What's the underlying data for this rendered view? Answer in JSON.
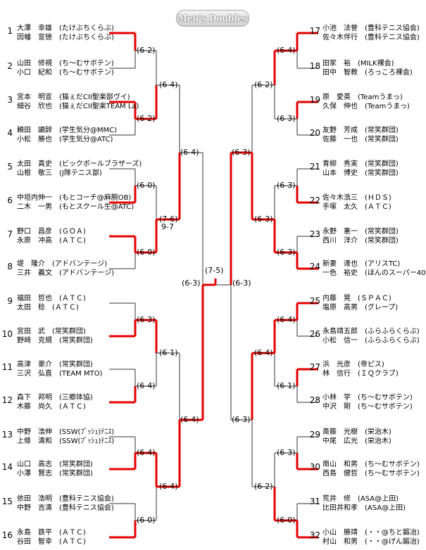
{
  "title": "Men's Doubles",
  "left": [
    {
      "seed": "1",
      "p1": "大澤　幸雄　(たけぶちくらぶ)",
      "p2": "因幡　宣徳　(たけぶちくらぶ)"
    },
    {
      "seed": "2",
      "p1": "山田　修視　(ち～むサボテン)",
      "p2": "小口　紀和　(ち～むサボテン)"
    },
    {
      "seed": "3",
      "p1": "宮本　明宣　(猫ぇだCII聖楽部ヴイ)",
      "p2": "細谷　欣也　(猫ぇだCII聖楽TEAM La)"
    },
    {
      "seed": "4",
      "p1": "頼田　顕辞　(学生気分@MMC)",
      "p2": "小松　勝也　(学生気分@ATC)"
    },
    {
      "seed": "5",
      "p1": "太田　真史　(ビックボールブラザーズ)",
      "p2": "山根　敬三　(J隊テニス部)"
    },
    {
      "seed": "6",
      "p1": "中垣内伸一　(もとコーチ@麻腕OB)",
      "p2": "二木　一男　(もとスクール生@ATC)"
    },
    {
      "seed": "7",
      "p1": "野口　昌彦　(ＧＯＡ)",
      "p2": "永原　冲高　(ＡＴＣ)"
    },
    {
      "seed": "8",
      "p1": "堤　隆介　(アドバンテージ)",
      "p2": "三井　義文　(アドバンテージ)"
    },
    {
      "seed": "9",
      "p1": "福田　哲也　(ＡＴＣ)",
      "p2": "太田　稔　(ＡＴＣ)"
    },
    {
      "seed": "10",
      "p1": "宮田　武　(常笑群団)",
      "p2": "野崎　克規　(常笑群団)"
    },
    {
      "seed": "11",
      "p1": "高津　豪介　(常笑群団)",
      "p2": "三沢　弘直　(TEAM MTO)"
    },
    {
      "seed": "12",
      "p1": "森下　邦明　(三郷体協)",
      "p2": "木藤　尚久　(ＡＴＣ)"
    },
    {
      "seed": "13",
      "p1": "中野　浩伸　(SSW(ﾌﾟｯｼｭ)ﾃﾆｽ)",
      "p2": "上條　清和　(SSW(ﾌﾟｯｼｭ)ﾃﾆｽ)"
    },
    {
      "seed": "14",
      "p1": "山口　高志　(常笑群団)",
      "p2": "小澤　賢志　(常笑群団)"
    },
    {
      "seed": "15",
      "p1": "依田　浩明　(豊科テニス協会)",
      "p2": "中野　吉清　(豊科テニス協会)"
    },
    {
      "seed": "16",
      "p1": "永島　鉄平　(ＡＴＣ)",
      "p2": "谷田　智幸　(ＡＴＣ)"
    }
  ],
  "right": [
    {
      "seed": "17",
      "p1": "小池　法誉　(豊科テニス協会)",
      "p2": "佐々木伴行　(豊科テニス協会)"
    },
    {
      "seed": "18",
      "p1": "田家　裕　(MILK裸会)",
      "p2": "田中　智教　(ろっころ裸会)"
    },
    {
      "seed": "19",
      "p1": "原　愛英　(Teamうまっ)",
      "p2": "久保　伸也　(Teamうまっ)"
    },
    {
      "seed": "20",
      "p1": "友野　芳成　(常笑群団)",
      "p2": "佐藤　一也　(常笑群団)"
    },
    {
      "seed": "21",
      "p1": "青柳　秀実　(常笑群団)",
      "p2": "山本　博史　(常笑群団)"
    },
    {
      "seed": "22",
      "p1": "佐々木浩三　(ＨＤＳ)",
      "p2": "手塚　太久　(ＡＴＣ)"
    },
    {
      "seed": "23",
      "p1": "永野　憲一　(常笑群団)",
      "p2": "西川　洋介　(常笑群団)"
    },
    {
      "seed": "24",
      "p1": "新妻　達也　(アリスTC)",
      "p2": "一色　裕史　(ほんのスーパー40'S)"
    },
    {
      "seed": "25",
      "p1": "内藤　晃　(ＳＰＡＣ)",
      "p2": "塩原　高男　(グレープ)"
    },
    {
      "seed": "26",
      "p1": "永島靖五郎　(ふらふらくらぶ)",
      "p2": "小松　信一　(ふらふらくらぶ)"
    },
    {
      "seed": "27",
      "p1": "浜　光彦　(帝ピス)",
      "p2": "林　信行　(ＩＱクラブ)"
    },
    {
      "seed": "28",
      "p1": "小林　学　(ち～むサボテン)",
      "p2": "中沢　剛　(ち～むサボテン)"
    },
    {
      "seed": "29",
      "p1": "斎藤　光樹　(栄治木)",
      "p2": "中尾　広光　(栄治木)"
    },
    {
      "seed": "30",
      "p1": "南山　和男　(ち～むサボテン)",
      "p2": "西島　健哲　(ち～むサボテン)"
    },
    {
      "seed": "31",
      "p1": "荒井　修　(ASA@上田)",
      "p2": "比田井和孝　(ASA@上田)"
    },
    {
      "seed": "32",
      "p1": "小山　勝靖　(・・@ちと鍛冶)",
      "p2": "村山　和男　(・・@げん鍛冶)"
    }
  ],
  "scores": {
    "left_r1": [
      "(6-2)",
      "(6-2)",
      "(6-0)",
      "(6-0)",
      "(6-3)",
      "(6-4)",
      "(6-4)",
      "(6-0)"
    ],
    "left_r2": [
      "(6-4)",
      "(7-6)",
      "(6-1)",
      "(6-4)"
    ],
    "left_r2_extra": "9-7",
    "left_r3": [
      "(6-4)",
      "(6-4)"
    ],
    "left_semi": "(6-3)",
    "final": "(7-5)",
    "right_semi": "(6-3)",
    "right_r3": [
      "(6-3)",
      "(6-3)"
    ],
    "right_r2": [
      "(6-2)",
      "(6-3)",
      "(6-4)",
      "(6-2)"
    ],
    "right_r1": [
      "(6-4)",
      "(6-3)",
      "(6-3)",
      "(6-3)",
      "(6-4)",
      "(6-1)",
      "(6-3)",
      "(6-0)"
    ]
  },
  "colors": {
    "win": "#e60000",
    "line": "#333333"
  }
}
